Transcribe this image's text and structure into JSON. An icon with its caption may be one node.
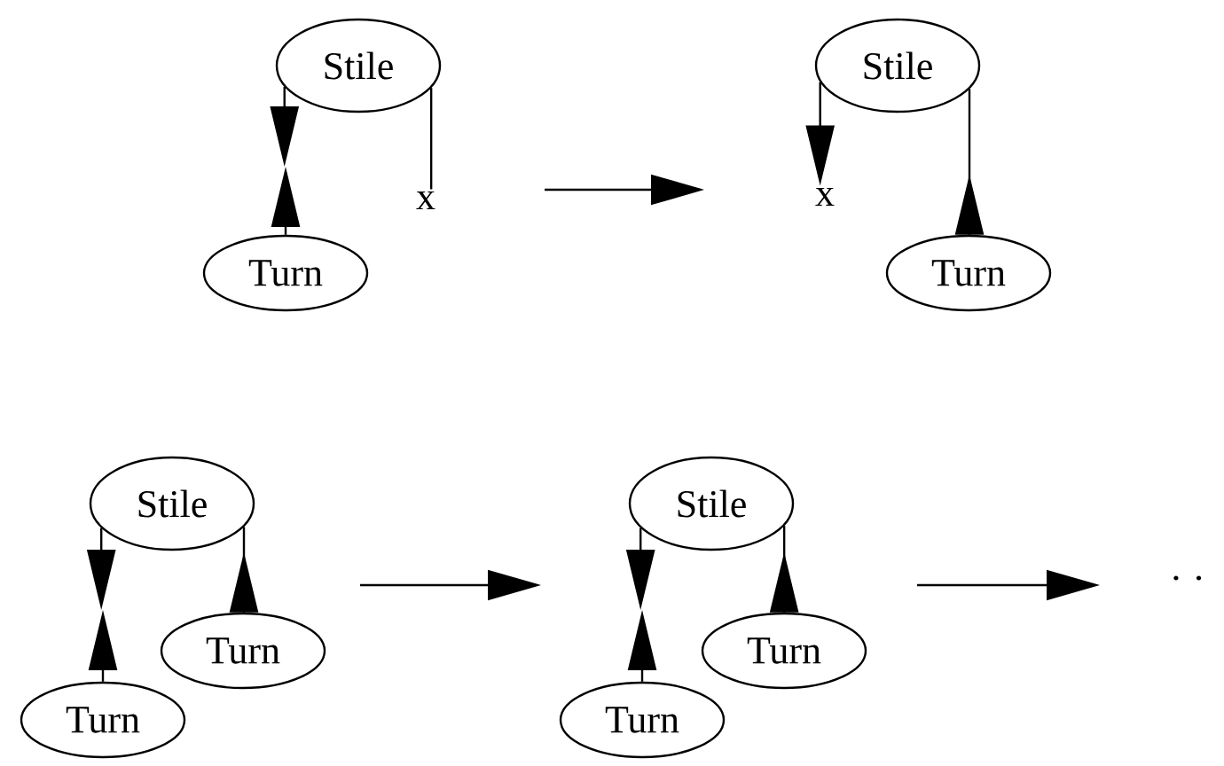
{
  "diagram": {
    "nodes": [
      {
        "text": [
          "Stile"
        ]
      },
      {
        "text": [
          "x"
        ]
      },
      {
        "text": [
          "Turn"
        ]
      },
      {
        "text": [
          "Stile"
        ]
      },
      {
        "text": [
          "x"
        ]
      },
      {
        "text": [
          "Turn"
        ]
      },
      {
        "text": [
          "Stile"
        ]
      },
      {
        "text": [
          "Turn"
        ]
      },
      {
        "text": [
          "Turn"
        ]
      },
      {
        "text": [
          "Stile"
        ]
      },
      {
        "text": [
          "Turn"
        ]
      },
      {
        "text": [
          "Turn"
        ]
      }
    ],
    "edges": [
      {
        "from": 0,
        "to": null,
        "arrow": "to"
      },
      {
        "from": 2,
        "to": null,
        "arrow": "to"
      },
      {
        "from": 0,
        "to": 1,
        "arrow": "none"
      },
      {
        "from": 3,
        "to": 4,
        "arrow": "to"
      },
      {
        "from": 5,
        "to": 3,
        "arrow": "to"
      },
      {
        "from": 6,
        "to": null,
        "arrow": "to"
      },
      {
        "from": 7,
        "to": null,
        "arrow": "to"
      },
      {
        "from": 8,
        "to": 6,
        "arrow": "to"
      },
      {
        "from": 9,
        "to": null,
        "arrow": "to"
      },
      {
        "from": 10,
        "to": null,
        "arrow": "to"
      },
      {
        "from": 11,
        "to": 9,
        "arrow": "to"
      }
    ],
    "labels": [
      ". ."
    ]
  }
}
